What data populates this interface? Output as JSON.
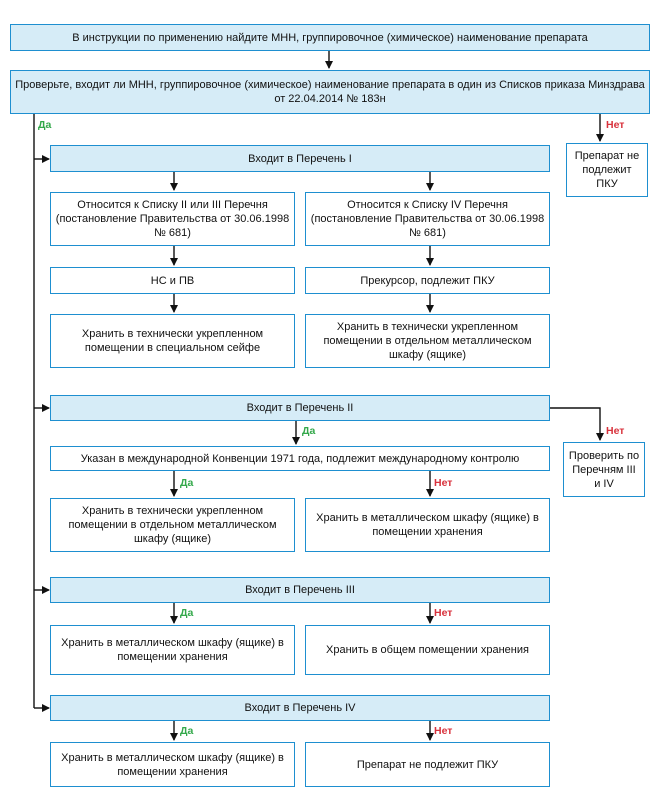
{
  "boxes": {
    "step1": "В инструкции по применению найдите МНН, группировочное (химическое) наименование препарата",
    "step2": "Проверьте, входит ли МНН, группировочное (химическое) наименование препарата в один из Списков приказа Минздрава от 22.04.2014 № 183н",
    "not_pku_side": "Препарат не подлежит ПКУ",
    "list1": "Входит в Перечень I",
    "list1_left": "Относится к Списку II или III Перечня (постановление Правительства от 30.06.1998 № 681)",
    "list1_right": "Относится к Списку IV Перечня (постановление Правительства от 30.06.1998 № 681)",
    "ns_pv": "НС и ПВ",
    "precursor": "Прекурсор, подлежит ПКУ",
    "store_safe": "Хранить в технически укрепленном помещении в специальном сейфе",
    "store_cabinet_1": "Хранить в технически укрепленном помещении в отдельном металлическом шкафу (ящике)",
    "list2": "Входит в Перечень II",
    "check_34": "Проверить по Перечням III и IV",
    "convention": "Указан в международной Конвенции 1971 года, подлежит международному контролю",
    "store_cabinet_2": "Хранить в технически укрепленном помещении в отдельном металлическом шкафу (ящике)",
    "store_metal_2": "Хранить в металлическом шкафу (ящике) в помещении хранения",
    "list3": "Входит в Перечень III",
    "store_metal_3": "Хранить в металлическом шкафу (ящике) в помещении хранения",
    "store_general": "Хранить в общем помещении хранения",
    "list4": "Входит в Перечень IV",
    "store_metal_4": "Хранить в металлическом шкафу (ящике) в помещении хранения",
    "not_pku_bottom": "Препарат не подлежит ПКУ"
  },
  "labels": {
    "yes": "Да",
    "no": "Нет"
  },
  "colors": {
    "border": "#1e8fd0",
    "header_fill": "#d6ecf7",
    "yes": "#33a84a",
    "no": "#d8323c"
  }
}
